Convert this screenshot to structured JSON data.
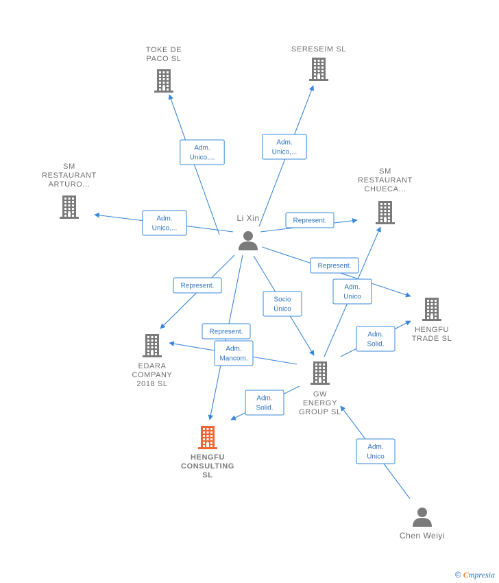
{
  "colors": {
    "edge": "#3a87d8",
    "building": "#7a7a7a",
    "highlight": "#f06633",
    "person": "#7a7a7a"
  },
  "nodes": [
    {
      "id": "toke",
      "type": "company",
      "lines": [
        "TOKE DE",
        "PACO  SL"
      ]
    },
    {
      "id": "sereseim",
      "type": "company",
      "lines": [
        "SERESEIM  SL"
      ]
    },
    {
      "id": "arturo",
      "type": "company",
      "lines": [
        "SM",
        "RESTAURANT",
        "ARTURO..."
      ]
    },
    {
      "id": "chueca",
      "type": "company",
      "lines": [
        "SM",
        "RESTAURANT",
        "CHUECA..."
      ]
    },
    {
      "id": "trade",
      "type": "company",
      "lines": [
        "HENGFU",
        "TRADE  SL"
      ]
    },
    {
      "id": "edara",
      "type": "company",
      "lines": [
        "EDARA",
        "COMPANY",
        "2018  SL"
      ]
    },
    {
      "id": "gw",
      "type": "company",
      "lines": [
        "GW",
        "ENERGY",
        "GROUP  SL"
      ]
    },
    {
      "id": "consulting",
      "type": "company",
      "highlight": true,
      "lines": [
        "HENGFU",
        "CONSULTING",
        "SL"
      ]
    },
    {
      "id": "lixin",
      "type": "person",
      "lines": [
        "Li Xin"
      ]
    },
    {
      "id": "chen",
      "type": "person",
      "lines": [
        "Chen Weiyi"
      ]
    }
  ],
  "edges": [
    {
      "from": "lixin",
      "to": "toke",
      "label": [
        "Adm.",
        "Unico,..."
      ]
    },
    {
      "from": "lixin",
      "to": "sereseim",
      "label": [
        "Adm.",
        "Unico,..."
      ]
    },
    {
      "from": "lixin",
      "to": "arturo",
      "label": [
        "Adm.",
        "Unico,..."
      ]
    },
    {
      "from": "lixin",
      "to": "chueca",
      "label": [
        "Represent."
      ]
    },
    {
      "from": "lixin",
      "to": "trade",
      "label": [
        "Represent."
      ]
    },
    {
      "from": "lixin",
      "to": "edara",
      "label": [
        "Represent."
      ]
    },
    {
      "from": "lixin",
      "to": "gw",
      "label": [
        "Socio",
        "Único"
      ]
    },
    {
      "from": "lixin",
      "to": "consulting",
      "label": [
        "Represent."
      ]
    },
    {
      "from": "gw",
      "to": "chueca",
      "label": [
        "Adm.",
        "Unico"
      ]
    },
    {
      "from": "gw",
      "to": "trade",
      "label": [
        "Adm.",
        "Solid."
      ]
    },
    {
      "from": "gw",
      "to": "edara",
      "label": [
        "Adm.",
        "Mancom."
      ]
    },
    {
      "from": "gw",
      "to": "consulting",
      "label": [
        "Adm.",
        "Solid."
      ]
    },
    {
      "from": "chen",
      "to": "gw",
      "label": [
        "Adm.",
        "Unico"
      ]
    }
  ],
  "brand": {
    "copyright": "©",
    "initial": "C",
    "rest": "mpresia"
  }
}
